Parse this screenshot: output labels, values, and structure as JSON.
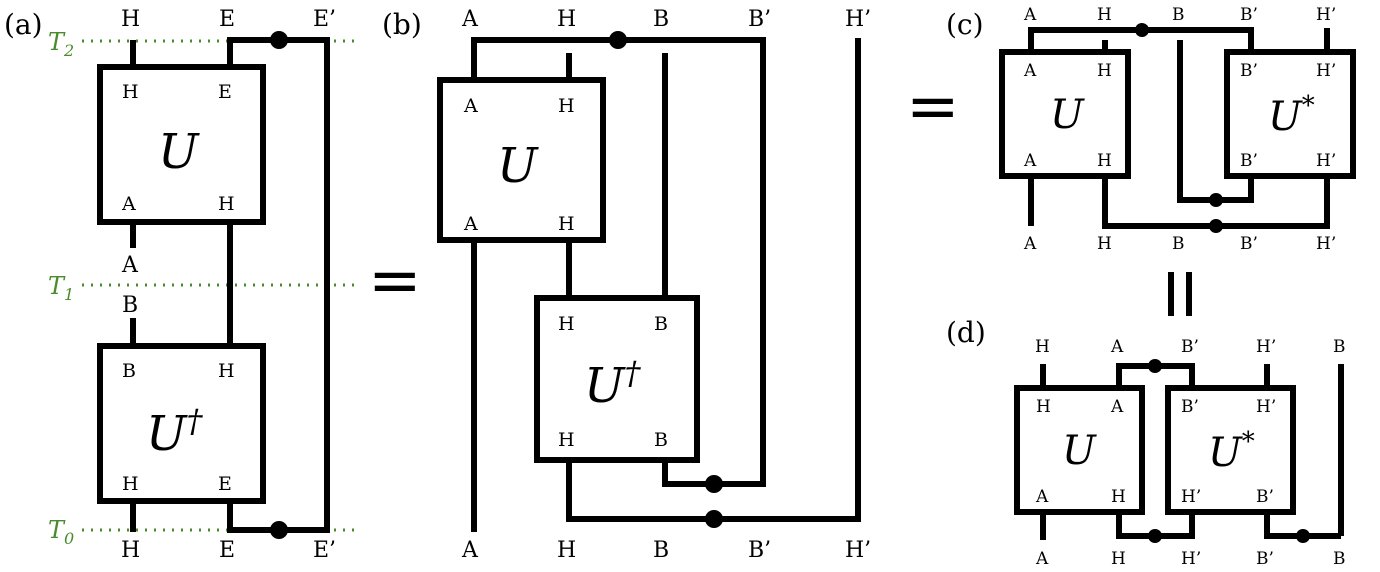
{
  "panels": {
    "a": "(a)",
    "b": "(b)",
    "c": "(c)",
    "d": "(d)"
  },
  "equals": "=",
  "equals_vertical": "||",
  "times": {
    "t2": "T",
    "t2_sub": "2",
    "t1": "T",
    "t1_sub": "1",
    "t0": "T",
    "t0_sub": "0"
  },
  "ops": {
    "U": "U",
    "U_dagger": "U",
    "dagger": "†",
    "U_star": "U",
    "star": "*"
  },
  "a": {
    "top": [
      "H",
      "E",
      "E’"
    ],
    "u_ports": [
      "H",
      "E",
      "A",
      "H"
    ],
    "mid": [
      "A",
      "B"
    ],
    "ud_ports": [
      "B",
      "H",
      "H",
      "E"
    ],
    "bottom": [
      "H",
      "E",
      "E’"
    ]
  },
  "b": {
    "top": [
      "A",
      "H",
      "B",
      "B’",
      "H’"
    ],
    "u_ports": [
      "A",
      "H",
      "A",
      "H"
    ],
    "ud_ports": [
      "H",
      "B",
      "H",
      "B"
    ],
    "bottom": [
      "A",
      "H",
      "B",
      "B’",
      "H’"
    ]
  },
  "c": {
    "top": [
      "A",
      "H",
      "B",
      "B’",
      "H’"
    ],
    "u_ports": [
      "A",
      "H",
      "A",
      "H"
    ],
    "us_ports": [
      "B’",
      "H’",
      "B’",
      "H’"
    ],
    "bottom": [
      "A",
      "H",
      "B",
      "B’",
      "H’"
    ]
  },
  "d": {
    "top": [
      "H",
      "A",
      "B’",
      "H’",
      "B"
    ],
    "u_ports": [
      "H",
      "A",
      "A",
      "H"
    ],
    "us_ports": [
      "B’",
      "H’",
      "H’",
      "B’"
    ],
    "bottom": [
      "A",
      "H",
      "H’",
      "B’",
      "B"
    ]
  }
}
